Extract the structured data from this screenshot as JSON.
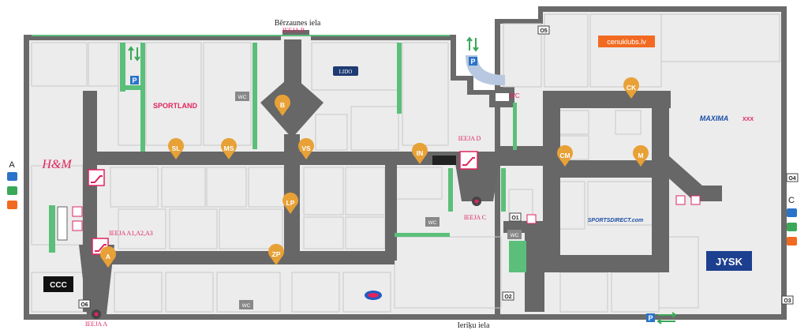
{
  "streets": {
    "top": "Bērzaunes iela",
    "bottom": "Ieriķu iela"
  },
  "entrances": {
    "b": "IEEJA B",
    "a": "IEEJA A",
    "c": "IEEJA C",
    "d": "IEEJA D",
    "a123": "IEEJA A1,A2,A3"
  },
  "wc_label": "WC",
  "parking_label": "P",
  "pins": [
    {
      "code": "B"
    },
    {
      "code": "SL"
    },
    {
      "code": "MS"
    },
    {
      "code": "VS"
    },
    {
      "code": "IN"
    },
    {
      "code": "LP"
    },
    {
      "code": "ZP"
    },
    {
      "code": "A"
    },
    {
      "code": "CK"
    },
    {
      "code": "CM"
    },
    {
      "code": "M"
    }
  ],
  "gates": [
    "O1",
    "O2",
    "O3",
    "O4",
    "O5",
    "O6"
  ],
  "side_letters": {
    "left": "A",
    "right": "C"
  },
  "stores": {
    "sportland": "SPORTLAND",
    "hm": "H&M",
    "ccc": "CCC",
    "cenuklubs": "cenuklubs.lv",
    "maxima": "MAXIMA",
    "maxima_xxx": "XXX",
    "sportsdirect": "SPORTSDIRECT.com",
    "jysk": "JYSK",
    "lido": "LIDO"
  },
  "colors": {
    "corridor": "#676767",
    "unit_fill": "#ececec",
    "unit_line": "#c9c9c9",
    "pin": "#e8a136",
    "green": "#5bbf7a",
    "entrance": "#e0245e",
    "parking": "#2a73c9",
    "cenuklubs": "#f26a21",
    "maxima": "#1c4ea8"
  }
}
